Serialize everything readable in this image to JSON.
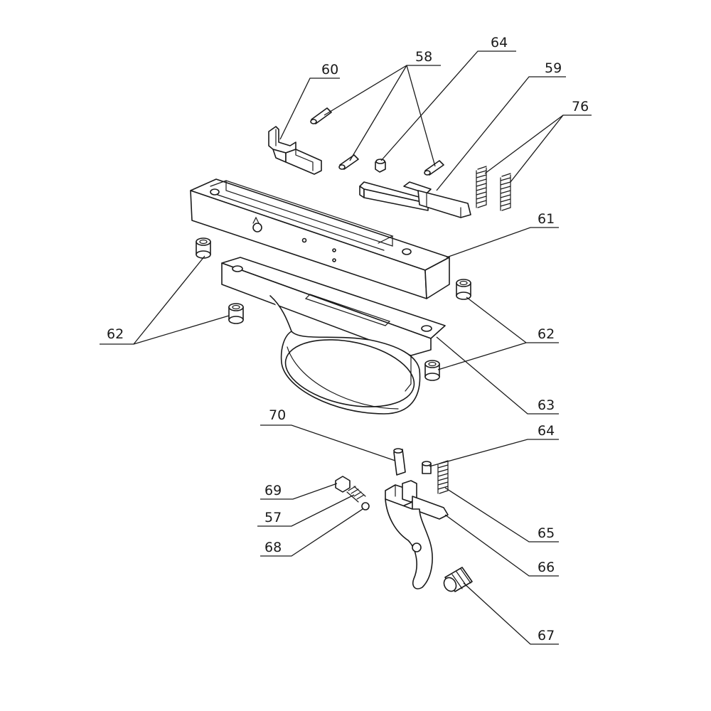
{
  "callouts": [
    {
      "id": "c60",
      "label": "60"
    },
    {
      "id": "c58",
      "label": "58"
    },
    {
      "id": "c64a",
      "label": "64"
    },
    {
      "id": "c59",
      "label": "59"
    },
    {
      "id": "c76",
      "label": "76"
    },
    {
      "id": "c61",
      "label": "61"
    },
    {
      "id": "c62a",
      "label": "62"
    },
    {
      "id": "c62b",
      "label": "62"
    },
    {
      "id": "c63",
      "label": "63"
    },
    {
      "id": "c70",
      "label": "70"
    },
    {
      "id": "c64b",
      "label": "64"
    },
    {
      "id": "c69",
      "label": "69"
    },
    {
      "id": "c57",
      "label": "57"
    },
    {
      "id": "c68",
      "label": "68"
    },
    {
      "id": "c65",
      "label": "65"
    },
    {
      "id": "c66",
      "label": "66"
    },
    {
      "id": "c67",
      "label": "67"
    }
  ],
  "colors": {
    "line": "#1a1a1a",
    "background": "#ffffff"
  }
}
